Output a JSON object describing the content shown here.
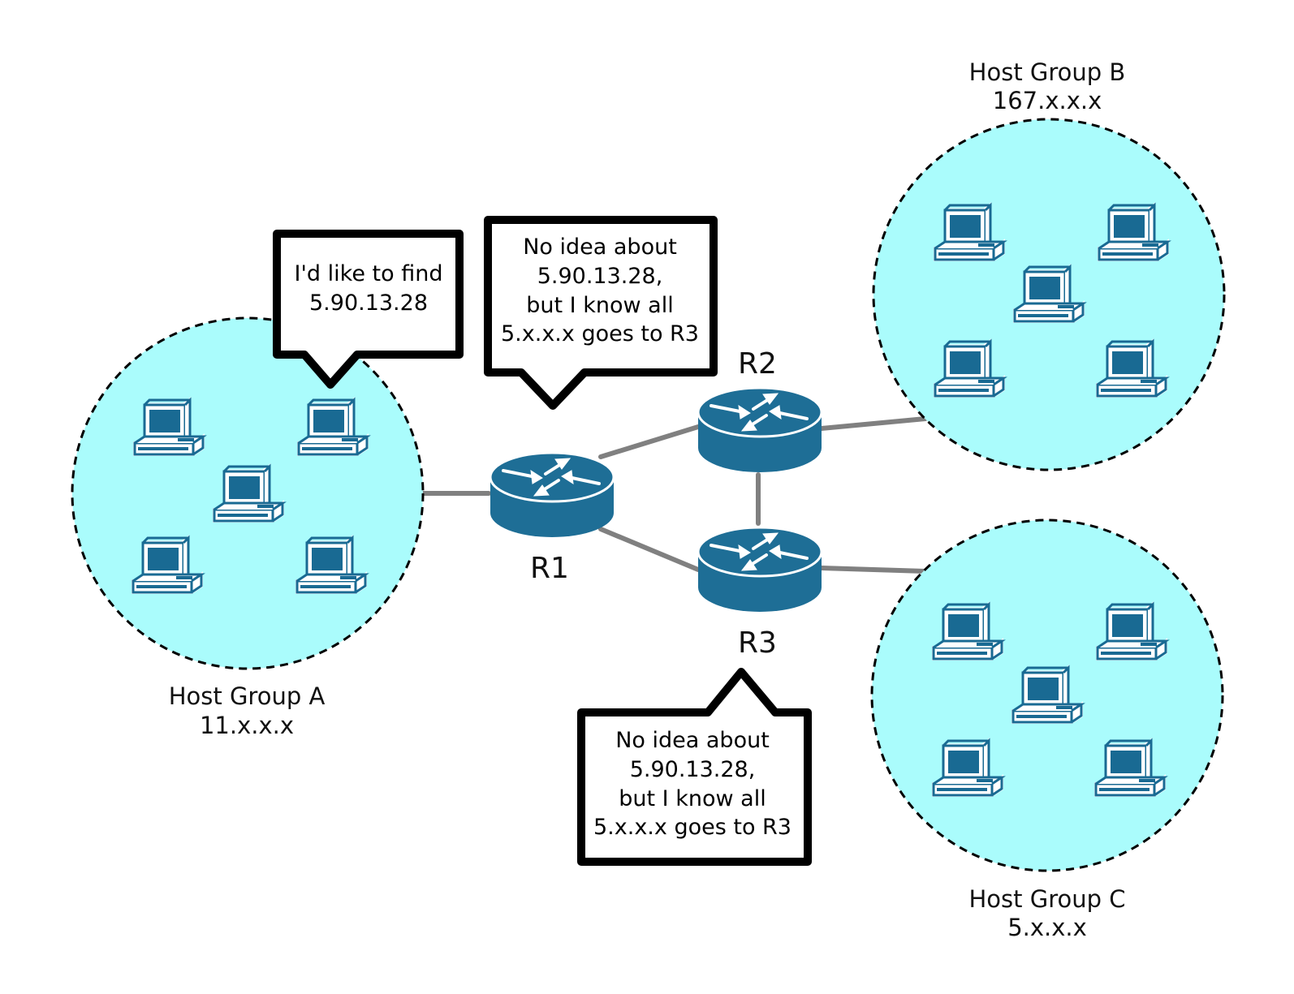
{
  "host_groups": [
    {
      "id": "A",
      "name": "Host Group A",
      "network": "11.x.x.x"
    },
    {
      "id": "B",
      "name": "Host Group B",
      "network": "167.x.x.x"
    },
    {
      "id": "C",
      "name": "Host Group C",
      "network": "5.x.x.x"
    }
  ],
  "routers": [
    {
      "id": "R1",
      "label": "R1"
    },
    {
      "id": "R2",
      "label": "R2"
    },
    {
      "id": "R3",
      "label": "R3"
    }
  ],
  "links": [
    [
      "A",
      "R1"
    ],
    [
      "R1",
      "R2"
    ],
    [
      "R1",
      "R3"
    ],
    [
      "R2",
      "R3"
    ],
    [
      "R2",
      "B"
    ],
    [
      "R3",
      "C"
    ]
  ],
  "callouts": [
    {
      "id": "host",
      "lines": [
        "I'd like to find",
        "5.90.13.28"
      ]
    },
    {
      "id": "r1",
      "lines": [
        "No idea about",
        "5.90.13.28,",
        "but I know all",
        "5.x.x.x goes to R3"
      ]
    },
    {
      "id": "r3",
      "lines": [
        "No idea about",
        "5.90.13.28,",
        "but I know all",
        "5.x.x.x goes to R3"
      ]
    }
  ],
  "colors": {
    "group_fill": "#aafcfc",
    "router_body": "#1e6e96",
    "link": "#808080",
    "computer": "#196a93"
  }
}
